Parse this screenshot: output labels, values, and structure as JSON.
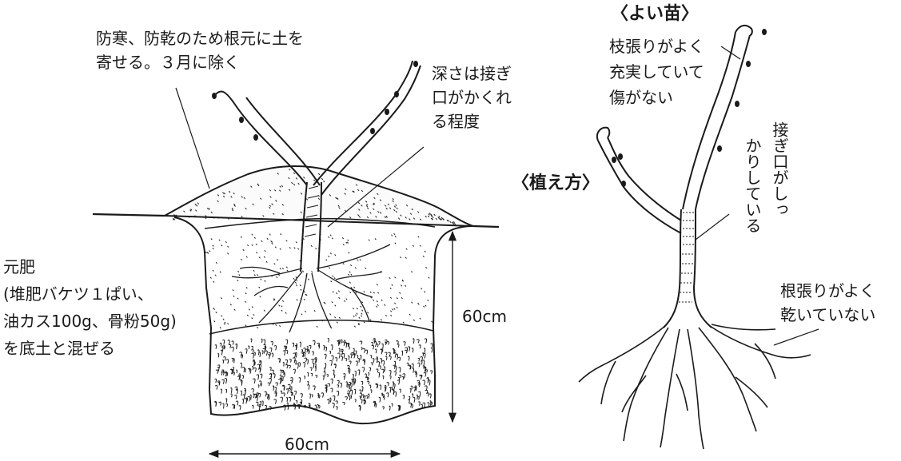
{
  "section_titles": {
    "planting": "〈植え方〉",
    "good_seedling": "〈よい苗〉"
  },
  "planting_labels": {
    "mound_line1": "防寒、防乾のため根元に土を",
    "mound_line2": "寄せる。３月に除く",
    "depth_line1": "深さは接ぎ",
    "depth_line2": "口がかくれ",
    "depth_line3": "る程度",
    "fert_line1": "元肥",
    "fert_line2": "(堆肥バケツ１ぱい、",
    "fert_line3": "油カス100g、骨粉50g)",
    "fert_line4": "を底土と混ぜる",
    "depth_dim": "60cm",
    "width_dim": "60cm"
  },
  "seedling_labels": {
    "branch_line1": "枝張りがよく",
    "branch_line2": "充実していて",
    "branch_line3": "傷がない",
    "graft_col1": "接ぎ口がしっ",
    "graft_col2": "かりしている",
    "root_line1": "根張りがよく",
    "root_line2": "乾いていない"
  }
}
